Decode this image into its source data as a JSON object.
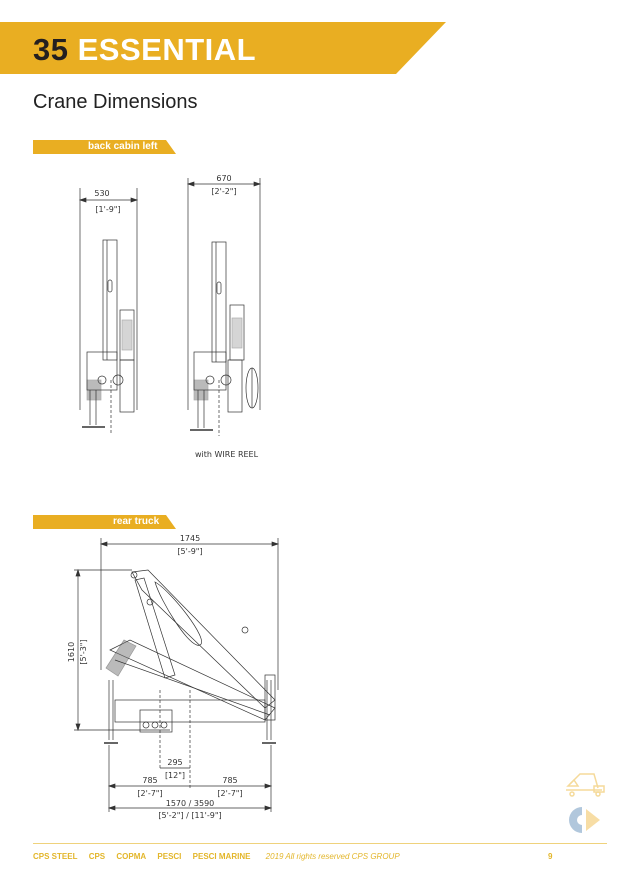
{
  "header": {
    "model_number": "35",
    "model_name": "ESSENTIAL",
    "section_title": "Crane Dimensions",
    "accent_color": "#e9ae22"
  },
  "sections": [
    {
      "label": "back cabin left",
      "drawings": [
        {
          "width_mm": "530",
          "width_ft": "[1'-9\"]",
          "caption": ""
        },
        {
          "width_mm": "670",
          "width_ft": "[2'-2\"]",
          "caption": "with WIRE REEL"
        }
      ]
    },
    {
      "label": "rear truck",
      "dimensions": {
        "overall_width_mm": "1745",
        "overall_width_ft": "[5'-9\"]",
        "height_mm": "1610",
        "height_ft": "[5'-3\"]",
        "offset_mm": "295",
        "offset_ft": "[12\"]",
        "left_half_mm": "785",
        "left_half_ft": "[2'-7\"]",
        "right_half_mm": "785",
        "right_half_ft": "[2'-7\"]",
        "stabilizer_span_mm": "1570 / 3590",
        "stabilizer_span_ft": "[5'-2\"] / [11'-9\"]"
      }
    }
  ],
  "footer": {
    "brands": [
      "CPS STEEL",
      "CPS",
      "COPMA",
      "PESCI",
      "PESCI MARINE"
    ],
    "copyright": "2019  All rights reserved CPS GROUP",
    "page_number": "9",
    "icons": [
      "crane-truck-icon",
      "cps-group-logo-icon"
    ]
  }
}
